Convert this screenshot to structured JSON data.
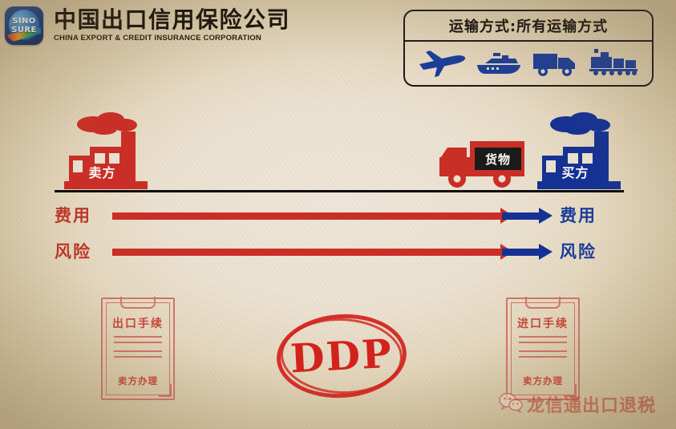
{
  "header": {
    "logo_alt": "sinosure-logo",
    "logo_text_line1": "SINO",
    "logo_text_line2": "SURE",
    "company_cn": "中国出口信用保险公司",
    "company_en": "CHINA EXPORT & CREDIT INSURANCE CORPORATION"
  },
  "transport": {
    "title": "运输方式:所有运输方式",
    "icons": [
      "airplane-icon",
      "ship-icon",
      "truck-icon",
      "train-icon"
    ]
  },
  "diagram": {
    "seller": {
      "label": "卖方",
      "color": "#cf3028"
    },
    "buyer": {
      "label": "买方",
      "color": "#15339a"
    },
    "cargo": {
      "label": "货物",
      "vehicle": "delivery-truck-icon"
    },
    "rows": [
      {
        "left_label": "费用",
        "right_label": "风险",
        "name": "cost-row",
        "left_text": "费用",
        "right_text": "费用"
      },
      {
        "name": "risk-row",
        "left_text": "风险",
        "right_text": "风险"
      }
    ]
  },
  "documents": [
    {
      "name": "export-formalities-doc",
      "title": "出口手续",
      "footer": "卖方办理"
    },
    {
      "name": "import-formalities-doc",
      "title": "进口手续",
      "footer": "卖方办理"
    }
  ],
  "stamp": {
    "text": "DDP",
    "color": "#d8231c"
  },
  "watermark": {
    "icon": "wechat-icon",
    "text": "龙信通出口退税"
  },
  "colors": {
    "red": "#cf3028",
    "blue": "#15339a",
    "paper": "#f0e7d8",
    "ink": "#15110c",
    "doc_red": "#d4786e"
  }
}
